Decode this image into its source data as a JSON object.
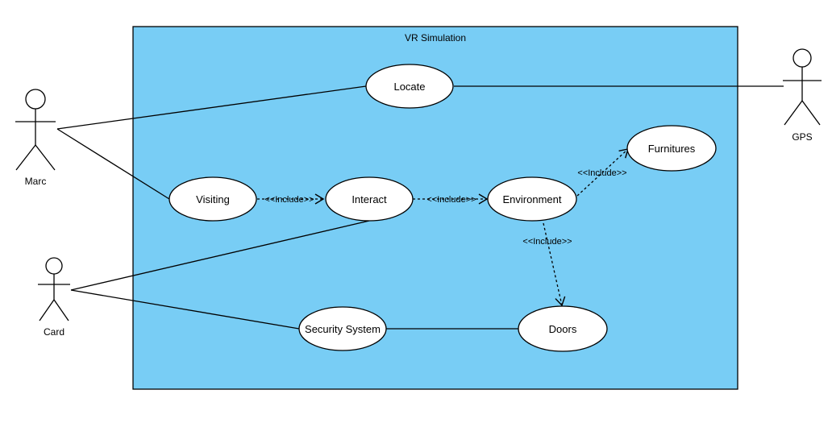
{
  "colors": {
    "system_fill": "#78cdf5",
    "stroke": "#000000",
    "usecase_fill": "#ffffff",
    "background": "#ffffff"
  },
  "system": {
    "title": "VR Simulation"
  },
  "actors": {
    "marc": "Marc",
    "card": "Card",
    "gps": "GPS"
  },
  "use_cases": {
    "locate": "Locate",
    "visiting": "Visiting",
    "interact": "Interact",
    "environment": "Environment",
    "furnitures": "Furnitures",
    "security_system": "Security System",
    "doors": "Doors"
  },
  "relations": {
    "visiting_interact": "<<Include>>",
    "interact_environment": "<<Include>>",
    "environment_furnitures": "<<Include>>",
    "environment_doors": "<<Include>>"
  }
}
